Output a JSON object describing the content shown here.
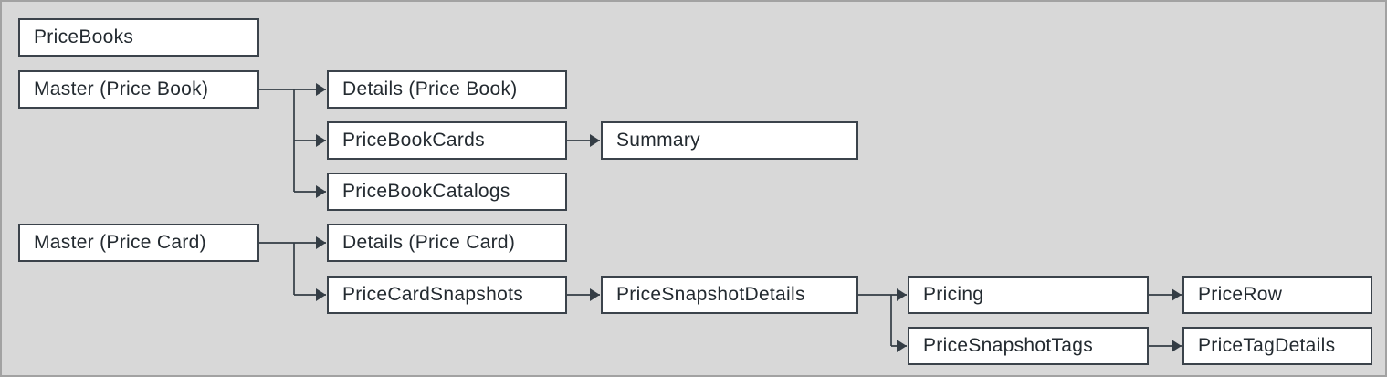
{
  "colors": {
    "background": "#d8d8d8",
    "outer_border": "#a2a2a2",
    "node_fill": "#ffffff",
    "node_border": "#3b434b",
    "text": "#232a30",
    "connector": "#343d45"
  },
  "diagram": {
    "nodes": [
      {
        "id": "pricebooks",
        "label": "PriceBooks"
      },
      {
        "id": "master-price-book",
        "label": "Master (Price Book)"
      },
      {
        "id": "details-price-book",
        "label": "Details (Price Book)"
      },
      {
        "id": "pricebookcards",
        "label": "PriceBookCards"
      },
      {
        "id": "summary",
        "label": "Summary"
      },
      {
        "id": "pricebookcatalogs",
        "label": "PriceBookCatalogs"
      },
      {
        "id": "master-price-card",
        "label": "Master (Price Card)"
      },
      {
        "id": "details-price-card",
        "label": "Details (Price Card)"
      },
      {
        "id": "pricecardsnapshots",
        "label": "PriceCardSnapshots"
      },
      {
        "id": "pricesnapshotdetails",
        "label": "PriceSnapshotDetails"
      },
      {
        "id": "pricing",
        "label": "Pricing"
      },
      {
        "id": "pricerow",
        "label": "PriceRow"
      },
      {
        "id": "pricesnapshottags",
        "label": "PriceSnapshotTags"
      },
      {
        "id": "pricetagdetails",
        "label": "PriceTagDetails"
      }
    ],
    "edges": [
      {
        "from": "Master (Price Book)",
        "to": "Details (Price Book)"
      },
      {
        "from": "Master (Price Book)",
        "to": "PriceBookCards"
      },
      {
        "from": "Master (Price Book)",
        "to": "PriceBookCatalogs"
      },
      {
        "from": "PriceBookCards",
        "to": "Summary"
      },
      {
        "from": "Master (Price Card)",
        "to": "Details (Price Card)"
      },
      {
        "from": "Master (Price Card)",
        "to": "PriceCardSnapshots"
      },
      {
        "from": "PriceCardSnapshots",
        "to": "PriceSnapshotDetails"
      },
      {
        "from": "PriceSnapshotDetails",
        "to": "Pricing"
      },
      {
        "from": "PriceSnapshotDetails",
        "to": "PriceSnapshotTags"
      },
      {
        "from": "Pricing",
        "to": "PriceRow"
      },
      {
        "from": "PriceSnapshotTags",
        "to": "PriceTagDetails"
      }
    ]
  }
}
